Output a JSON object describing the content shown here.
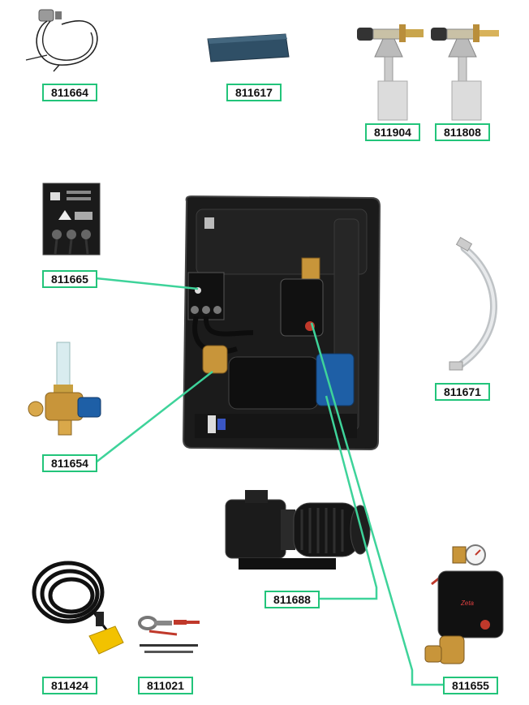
{
  "labels": {
    "l811664": "811664",
    "l811617": "811617",
    "l811904": "811904",
    "l811808": "811808",
    "l811665": "811665",
    "l811671": "811671",
    "l811654": "811654",
    "l811688": "811688",
    "l811424": "811424",
    "l811021": "811021",
    "l811655": "811655"
  },
  "colors": {
    "leader": "#3ed39a",
    "label_border": "#22c47a",
    "housing": "#1b1b1b",
    "blue_filter": "#2f4f66",
    "pump_blue": "#1e5fa6",
    "brass": "#c8a040",
    "float_yellow": "#f2c200"
  }
}
